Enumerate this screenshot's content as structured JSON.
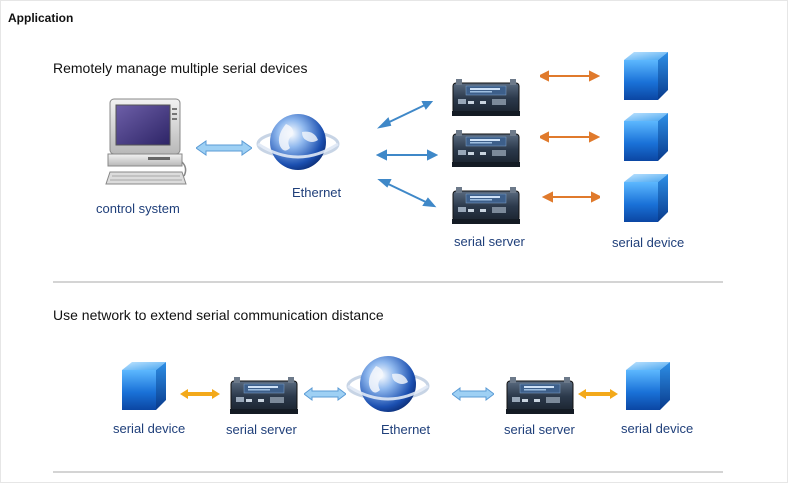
{
  "header": {
    "title": "Application"
  },
  "section1": {
    "title": "Remotely manage multiple serial devices",
    "control_label": "control system",
    "ethernet_label": "Ethernet",
    "server_label": "serial server",
    "device_label": "serial device"
  },
  "section2": {
    "title": "Use network to extend serial communication distance",
    "left_device_label": "serial device",
    "left_server_label": "serial server",
    "ethernet_label": "Ethernet",
    "right_server_label": "serial server",
    "right_device_label": "serial device"
  },
  "colors": {
    "blue_arrow": "#3f88c8",
    "orange_arrow": "#e07a2c",
    "yellow_arrow": "#f3a91a",
    "device_blue": "#1a6fd4",
    "server_dark": "#2c3a4c"
  },
  "icons": [
    "computer-icon",
    "globe-icon",
    "serial-server-icon",
    "serial-device-icon",
    "double-arrow-icon"
  ]
}
